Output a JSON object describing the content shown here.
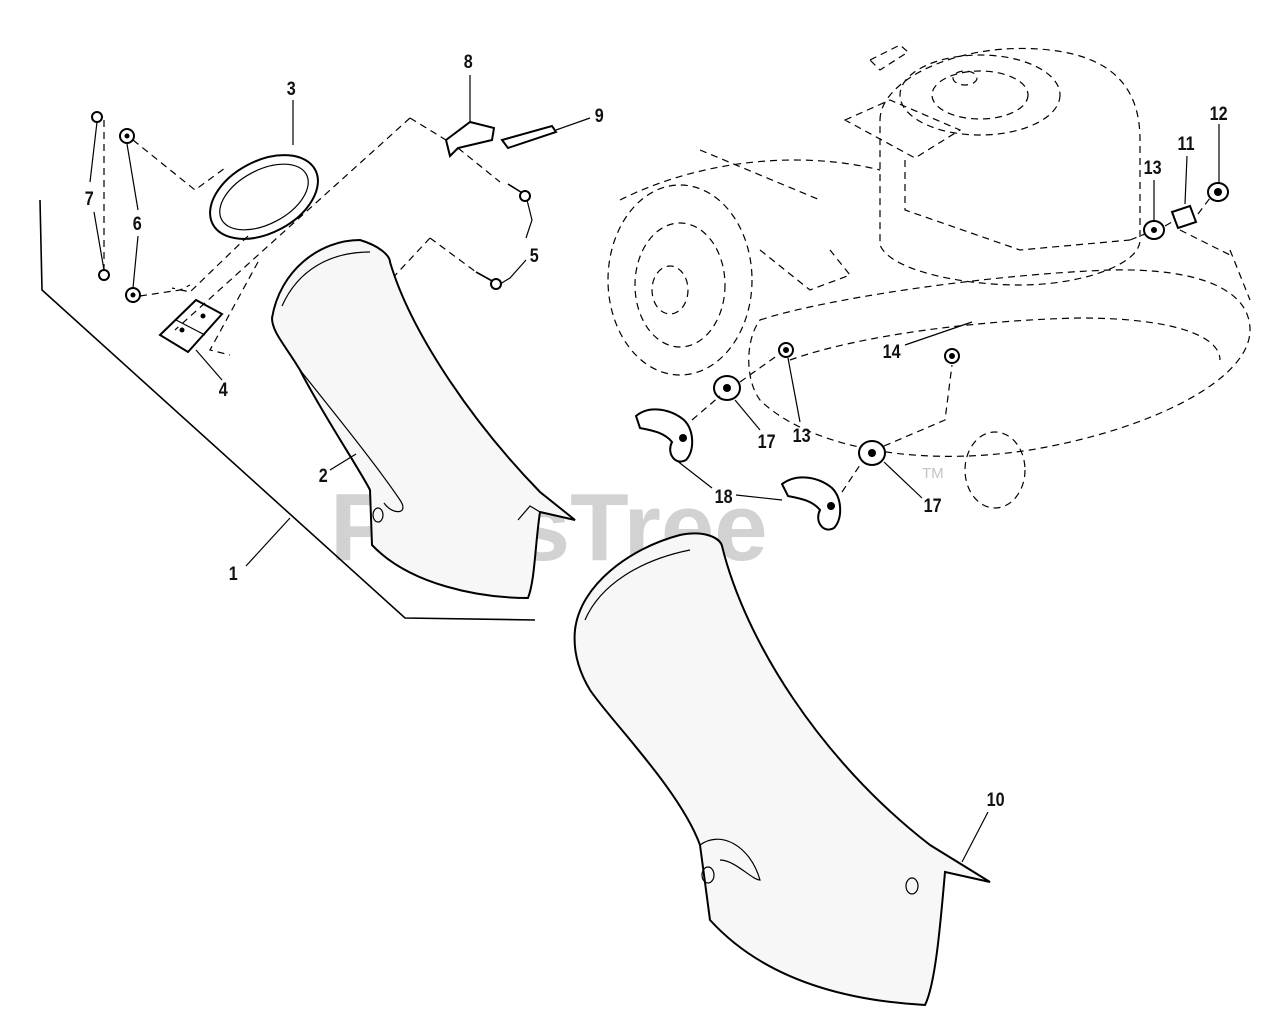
{
  "watermark": "PartsTree",
  "trademark": "TM",
  "callouts": {
    "c1": "1",
    "c2": "2",
    "c3": "3",
    "c4": "4",
    "c5": "5",
    "c6": "6",
    "c7": "7",
    "c8": "8",
    "c9": "9",
    "c10": "10",
    "c11": "11",
    "c12": "12",
    "c13a": "13",
    "c13b": "13",
    "c14": "14",
    "c17a": "17",
    "c17b": "17",
    "c18": "18"
  },
  "colors": {
    "line": "#000000",
    "watermark": "#c4c4c4",
    "background": "#ffffff"
  }
}
